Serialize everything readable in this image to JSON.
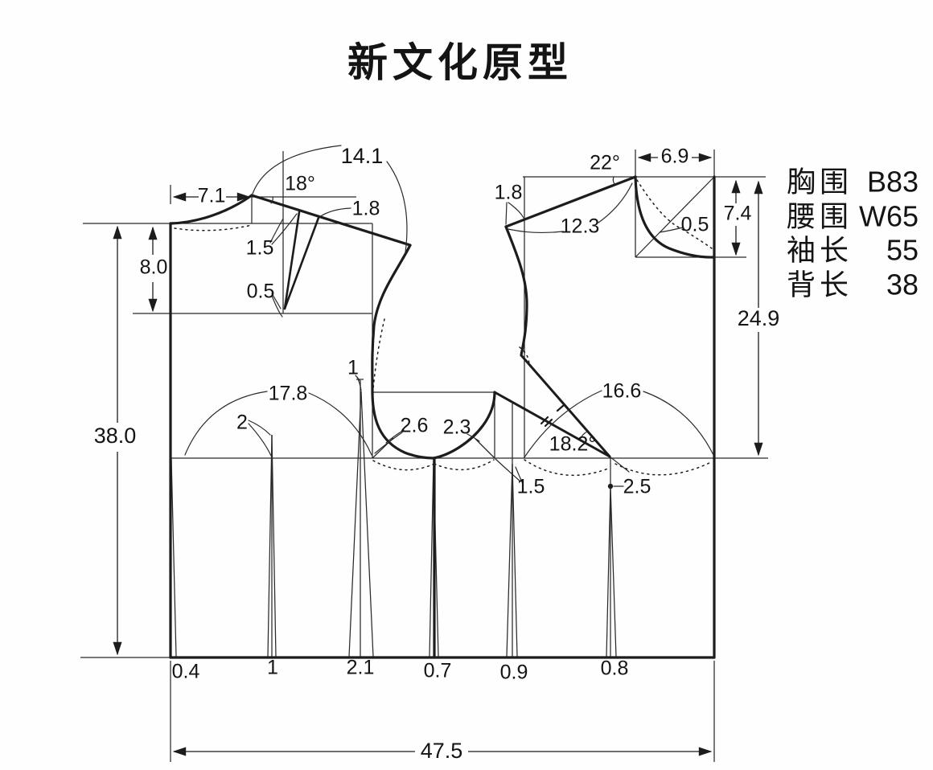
{
  "title": "新文化原型",
  "size_table": {
    "rows": [
      {
        "label": "胸围",
        "value": "B83"
      },
      {
        "label": "腰围",
        "value": "W65"
      },
      {
        "label": "袖长",
        "value": "55"
      },
      {
        "label": "背长",
        "value": "38"
      }
    ]
  },
  "dims": {
    "back_length": "38.0",
    "back_scye_depth": "8.0",
    "back_neck_width": "7.1",
    "back_shoulder_angle": "18°",
    "back_shoulder_length": "14.1",
    "back_shoulder_dart_gap": "1.8",
    "back_shoulder_dart_width": "1.5",
    "back_shoulder_dart_tip": "0.5",
    "back_bust_width": "17.8",
    "back_dart1_rise": "2",
    "back_dart2_drop": "1",
    "back_scye_corner": "2.6",
    "front_scye_corner": "2.3",
    "front_neck_width": "6.9",
    "front_neck_depth": "7.4",
    "front_shoulder_angle": "22°",
    "front_shoulder_length": "12.3",
    "front_shoulder_ext": "1.8",
    "front_neck_offset": "0.5",
    "front_length": "24.9",
    "front_bust_width": "16.6",
    "bust_dart_angle": "18.2°",
    "front_dart_offset": "1.5",
    "front_dart_apex_drop": "2.5",
    "total_width": "47.5"
  },
  "waist_darts": {
    "center_back": "0.4",
    "back1": "1",
    "back2": "2.1",
    "side": "0.7",
    "front1": "0.9",
    "front2": "0.8"
  }
}
